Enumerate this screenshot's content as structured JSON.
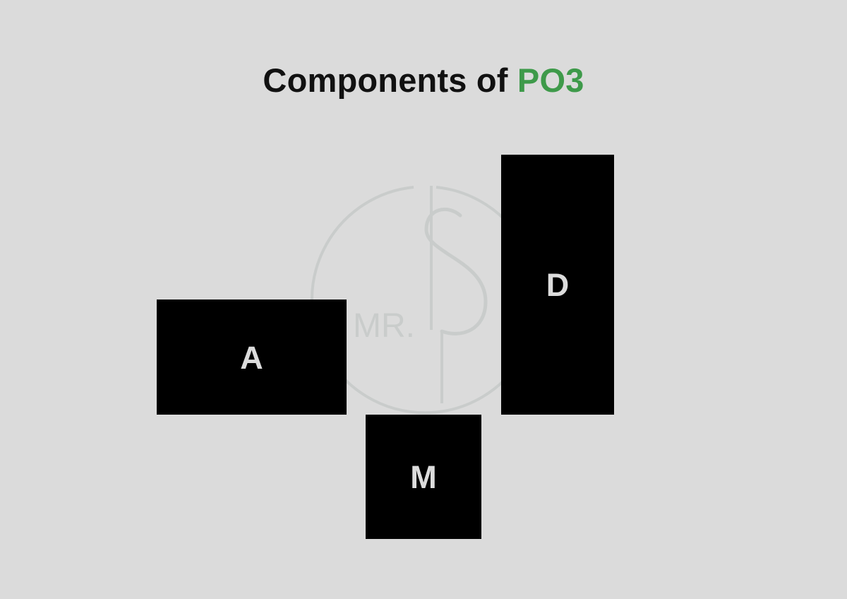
{
  "title": {
    "prefix": "Components of ",
    "accent": "PO3",
    "accent_color": "#3e9a4a"
  },
  "watermark": {
    "text": "MR.",
    "icon": "mr-s-logo-icon"
  },
  "blocks": [
    {
      "label": "A"
    },
    {
      "label": "M"
    },
    {
      "label": "D"
    }
  ]
}
